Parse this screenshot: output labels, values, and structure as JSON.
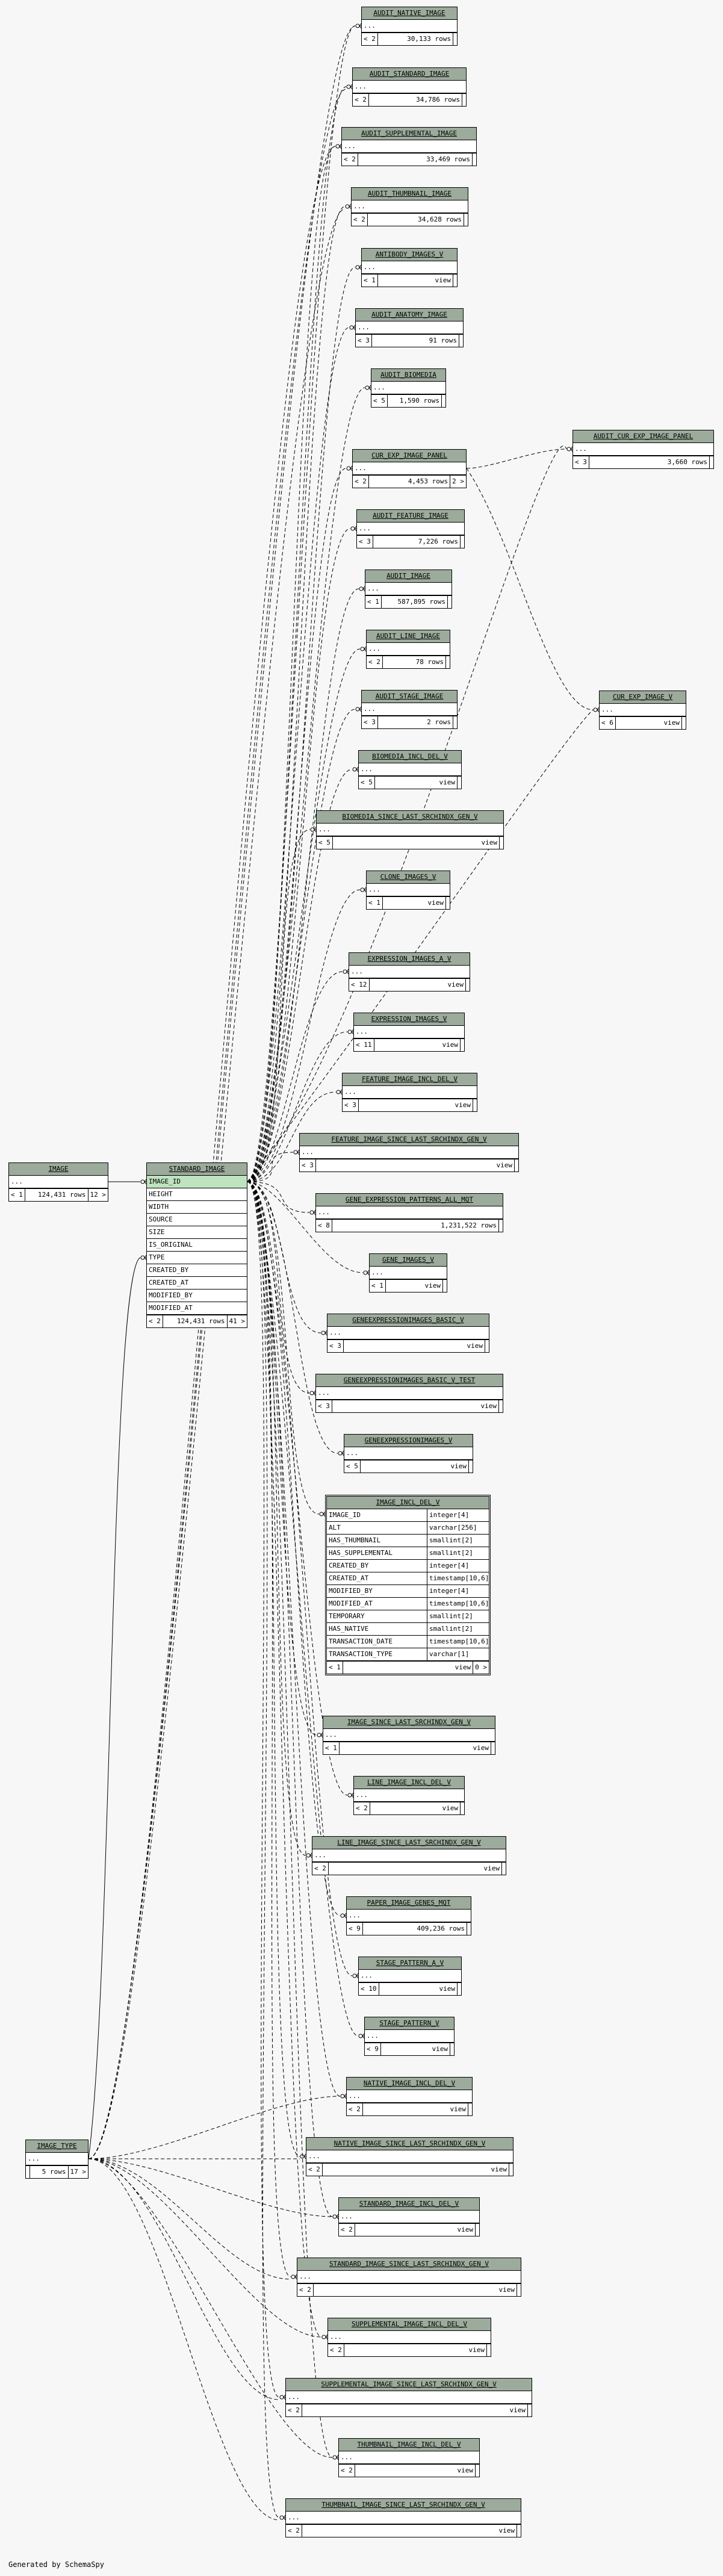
{
  "footer": "Generated by SchemaSpy",
  "tables": {
    "audit_native_image": {
      "name": "AUDIT_NATIVE_IMAGE",
      "cols": [
        "..."
      ],
      "l": "< 2",
      "m": "30,133 rows",
      "r": ""
    },
    "audit_standard_image": {
      "name": "AUDIT_STANDARD_IMAGE",
      "cols": [
        "..."
      ],
      "l": "< 2",
      "m": "34,786 rows",
      "r": ""
    },
    "audit_supplemental_image": {
      "name": "AUDIT_SUPPLEMENTAL_IMAGE",
      "cols": [
        "..."
      ],
      "l": "< 2",
      "m": "33,469 rows",
      "r": ""
    },
    "audit_thumbnail_image": {
      "name": "AUDIT_THUMBNAIL_IMAGE",
      "cols": [
        "..."
      ],
      "l": "< 2",
      "m": "34,628 rows",
      "r": ""
    },
    "antibody_images_v": {
      "name": "ANTIBODY_IMAGES_V",
      "cols": [
        "..."
      ],
      "l": "< 1",
      "m": "view",
      "r": ""
    },
    "audit_anatomy_image": {
      "name": "AUDIT_ANATOMY_IMAGE",
      "cols": [
        "..."
      ],
      "l": "< 3",
      "m": "91 rows",
      "r": ""
    },
    "audit_biomedia": {
      "name": "AUDIT_BIOMEDIA",
      "cols": [
        "..."
      ],
      "l": "< 5",
      "m": "1,590 rows",
      "r": ""
    },
    "audit_cur_exp_image_panel": {
      "name": "AUDIT_CUR_EXP_IMAGE_PANEL",
      "cols": [
        "..."
      ],
      "l": "< 3",
      "m": "3,660 rows",
      "r": ""
    },
    "cur_exp_image_panel": {
      "name": "CUR_EXP_IMAGE_PANEL",
      "cols": [
        "..."
      ],
      "l": "< 2",
      "m": "4,453 rows",
      "r": "2 >"
    },
    "audit_feature_image": {
      "name": "AUDIT_FEATURE_IMAGE",
      "cols": [
        "..."
      ],
      "l": "< 3",
      "m": "7,226 rows",
      "r": ""
    },
    "audit_image": {
      "name": "AUDIT_IMAGE",
      "cols": [
        "..."
      ],
      "l": "< 1",
      "m": "587,895 rows",
      "r": ""
    },
    "audit_line_image": {
      "name": "AUDIT_LINE_IMAGE",
      "cols": [
        "..."
      ],
      "l": "< 2",
      "m": "78 rows",
      "r": ""
    },
    "audit_stage_image": {
      "name": "AUDIT_STAGE_IMAGE",
      "cols": [
        "..."
      ],
      "l": "< 3",
      "m": "2 rows",
      "r": ""
    },
    "cur_exp_image_v": {
      "name": "CUR_EXP_IMAGE_V",
      "cols": [
        "..."
      ],
      "l": "< 6",
      "m": "view",
      "r": ""
    },
    "biomedia_incl_del_v": {
      "name": "BIOMEDIA_INCL_DEL_V",
      "cols": [
        "..."
      ],
      "l": "< 5",
      "m": "view",
      "r": ""
    },
    "biomedia_since_last": {
      "name": "BIOMEDIA_SINCE_LAST_SRCHINDX_GEN_V",
      "cols": [
        "..."
      ],
      "l": "< 5",
      "m": "view",
      "r": ""
    },
    "clone_images_v": {
      "name": "CLONE_IMAGES_V",
      "cols": [
        "..."
      ],
      "l": "< 1",
      "m": "view",
      "r": ""
    },
    "expression_images_a_v": {
      "name": "EXPRESSION_IMAGES_A_V",
      "cols": [
        "..."
      ],
      "l": "< 12",
      "m": "view",
      "r": ""
    },
    "expression_images_v": {
      "name": "EXPRESSION_IMAGES_V",
      "cols": [
        "..."
      ],
      "l": "< 11",
      "m": "view",
      "r": ""
    },
    "feature_image_incl_del_v": {
      "name": "FEATURE_IMAGE_INCL_DEL_V",
      "cols": [
        "..."
      ],
      "l": "< 3",
      "m": "view",
      "r": ""
    },
    "feature_image_since_last": {
      "name": "FEATURE_IMAGE_SINCE_LAST_SRCHINDX_GEN_V",
      "cols": [
        "..."
      ],
      "l": "< 3",
      "m": "view",
      "r": ""
    },
    "gene_expression_patterns": {
      "name": "GENE_EXPRESSION_PATTERNS_ALL_MQT",
      "cols": [
        "..."
      ],
      "l": "< 8",
      "m": "1,231,522 rows",
      "r": ""
    },
    "gene_images_v": {
      "name": "GENE_IMAGES_V",
      "cols": [
        "..."
      ],
      "l": "< 1",
      "m": "view",
      "r": ""
    },
    "geneexpr_basic_v": {
      "name": "GENEEXPRESSIONIMAGES_BASIC_V",
      "cols": [
        "..."
      ],
      "l": "< 3",
      "m": "view",
      "r": ""
    },
    "geneexpr_basic_v_test": {
      "name": "GENEEXPRESSIONIMAGES_BASIC_V_TEST",
      "cols": [
        "..."
      ],
      "l": "< 3",
      "m": "view",
      "r": ""
    },
    "geneexpressionimages_v": {
      "name": "GENEEXPRESSIONIMAGES_V",
      "cols": [
        "..."
      ],
      "l": "< 5",
      "m": "view",
      "r": ""
    },
    "image_since_last": {
      "name": "IMAGE_SINCE_LAST_SRCHINDX_GEN_V",
      "cols": [
        "..."
      ],
      "l": "< 1",
      "m": "view",
      "r": ""
    },
    "line_image_incl_del_v": {
      "name": "LINE_IMAGE_INCL_DEL_V",
      "cols": [
        "..."
      ],
      "l": "< 2",
      "m": "view",
      "r": ""
    },
    "line_image_since_last": {
      "name": "LINE_IMAGE_SINCE_LAST_SRCHINDX_GEN_V",
      "cols": [
        "..."
      ],
      "l": "< 2",
      "m": "view",
      "r": ""
    },
    "paper_image_genes_mqt": {
      "name": "PAPER_IMAGE_GENES_MQT",
      "cols": [
        "..."
      ],
      "l": "< 9",
      "m": "409,236 rows",
      "r": ""
    },
    "stage_pattern_a_v": {
      "name": "STAGE_PATTERN_A_V",
      "cols": [
        "..."
      ],
      "l": "< 10",
      "m": "view",
      "r": ""
    },
    "stage_pattern_v": {
      "name": "STAGE_PATTERN_V",
      "cols": [
        "..."
      ],
      "l": "< 9",
      "m": "view",
      "r": ""
    },
    "native_image_incl_del_v": {
      "name": "NATIVE_IMAGE_INCL_DEL_V",
      "cols": [
        "..."
      ],
      "l": "< 2",
      "m": "view",
      "r": ""
    },
    "native_image_since_last": {
      "name": "NATIVE_IMAGE_SINCE_LAST_SRCHINDX_GEN_V",
      "cols": [
        "..."
      ],
      "l": "< 2",
      "m": "view",
      "r": ""
    },
    "standard_image_incl_del_v": {
      "name": "STANDARD_IMAGE_INCL_DEL_V",
      "cols": [
        "..."
      ],
      "l": "< 2",
      "m": "view",
      "r": ""
    },
    "standard_image_since_last": {
      "name": "STANDARD_IMAGE_SINCE_LAST_SRCHINDX_GEN_V",
      "cols": [
        "..."
      ],
      "l": "< 2",
      "m": "view",
      "r": ""
    },
    "supplemental_image_incl_del_v": {
      "name": "SUPPLEMENTAL_IMAGE_INCL_DEL_V",
      "cols": [
        "..."
      ],
      "l": "< 2",
      "m": "view",
      "r": ""
    },
    "supplemental_image_since_last": {
      "name": "SUPPLEMENTAL_IMAGE_SINCE_LAST_SRCHINDX_GEN_V",
      "cols": [
        "..."
      ],
      "l": "< 2",
      "m": "view",
      "r": ""
    },
    "thumbnail_image_incl_del_v": {
      "name": "THUMBNAIL_IMAGE_INCL_DEL_V",
      "cols": [
        "..."
      ],
      "l": "< 2",
      "m": "view",
      "r": ""
    },
    "thumbnail_image_since_last": {
      "name": "THUMBNAIL_IMAGE_SINCE_LAST_SRCHINDX_GEN_V",
      "cols": [
        "..."
      ],
      "l": "< 2",
      "m": "view",
      "r": ""
    },
    "image": {
      "name": "IMAGE",
      "cols": [
        "..."
      ],
      "l": "< 1",
      "m": "124,431 rows",
      "r": "12 >"
    },
    "image_type": {
      "name": "IMAGE_TYPE",
      "cols": [
        "..."
      ],
      "l": "",
      "m": "5 rows",
      "r": "17 >"
    },
    "standard_image": {
      "name": "STANDARD_IMAGE",
      "cols": [
        "IMAGE_ID",
        "HEIGHT",
        "WIDTH",
        "SOURCE",
        "SIZE",
        "IS_ORIGINAL",
        "TYPE",
        "CREATED_BY",
        "CREATED_AT",
        "MODIFIED_BY",
        "MODIFIED_AT"
      ],
      "l": "< 2",
      "m": "124,431 rows",
      "r": "41 >"
    },
    "image_incl_del_v": {
      "name": "IMAGE_INCL_DEL_V",
      "columns": [
        {
          "name": "IMAGE_ID",
          "type": "integer[4]"
        },
        {
          "name": "ALT",
          "type": "varchar[256]"
        },
        {
          "name": "HAS_THUMBNAIL",
          "type": "smallint[2]"
        },
        {
          "name": "HAS_SUPPLEMENTAL",
          "type": "smallint[2]"
        },
        {
          "name": "CREATED_BY",
          "type": "integer[4]"
        },
        {
          "name": "CREATED_AT",
          "type": "timestamp[10,6]"
        },
        {
          "name": "MODIFIED_BY",
          "type": "integer[4]"
        },
        {
          "name": "MODIFIED_AT",
          "type": "timestamp[10,6]"
        },
        {
          "name": "TEMPORARY",
          "type": "smallint[2]"
        },
        {
          "name": "HAS_NATIVE",
          "type": "smallint[2]"
        },
        {
          "name": "TRANSACTION_DATE",
          "type": "timestamp[10,6]"
        },
        {
          "name": "TRANSACTION_TYPE",
          "type": "varchar[1]"
        }
      ],
      "l": "< 1",
      "m": "view",
      "r": "0 >"
    }
  }
}
